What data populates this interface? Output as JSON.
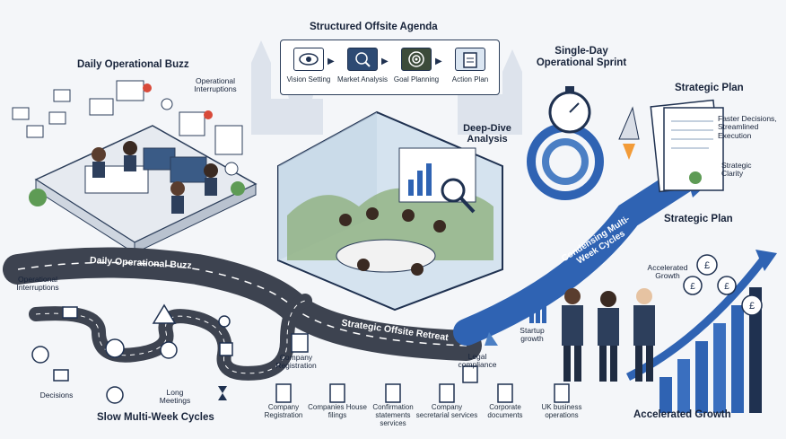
{
  "agenda": {
    "title": "Structured Offsite Agenda",
    "steps": [
      {
        "label": "Vision Setting",
        "icon": "eye-icon"
      },
      {
        "label": "Market Analysis",
        "icon": "chart-search-icon"
      },
      {
        "label": "Goal Planning",
        "icon": "target-icon"
      },
      {
        "label": "Action Plan",
        "icon": "clipboard-icon"
      }
    ]
  },
  "left": {
    "title": "Daily Operational Buzz",
    "interruptions_top": "Operational Interruptions",
    "interruptions_bottom": "Operational Interruptions",
    "road_label": "Daily Operational Buzz"
  },
  "slow": {
    "title": "Slow Multi-Week Cycles",
    "decisions": "Decisions",
    "long_meetings": "Long Meetings"
  },
  "center": {
    "deep_dive": "Deep-Dive Analysis",
    "road_label": "Strategic Offsite Retreat",
    "company_registration": "Company Registration",
    "legal_compliance": "Legal compliance",
    "startup_growth": "Startup growth"
  },
  "sprint": {
    "title": "Single-Day Operational Sprint",
    "arrow_label": "Condensing Multi-Week Cycles"
  },
  "plan": {
    "title_top": "Strategic Plan",
    "title_mid": "Strategic Plan",
    "benefit_1": "Faster Decisions, Streamlined Execution",
    "benefit_2": "Strategic Clarity"
  },
  "growth": {
    "accelerated_small": "Accelerated Growth",
    "accelerated_title": "Accelerated Growth"
  },
  "services": [
    {
      "label": "Company Registration",
      "icon": "document-icon"
    },
    {
      "label": "Companies House filings",
      "icon": "filings-icon"
    },
    {
      "label": "Confirmation statements services",
      "icon": "checklist-icon"
    },
    {
      "label": "Company secretarial services",
      "icon": "document-check-icon"
    },
    {
      "label": "Corporate documents",
      "icon": "corporate-document-icon"
    },
    {
      "label": "UK business operations",
      "icon": "building-icon"
    }
  ],
  "colors": {
    "navy": "#1f3150",
    "road": "#3d4350",
    "blue_arrow": "#2f63b3",
    "accent_blue": "#4b7fc4",
    "green": "#5e9b55",
    "alert_red": "#d84a3a"
  }
}
